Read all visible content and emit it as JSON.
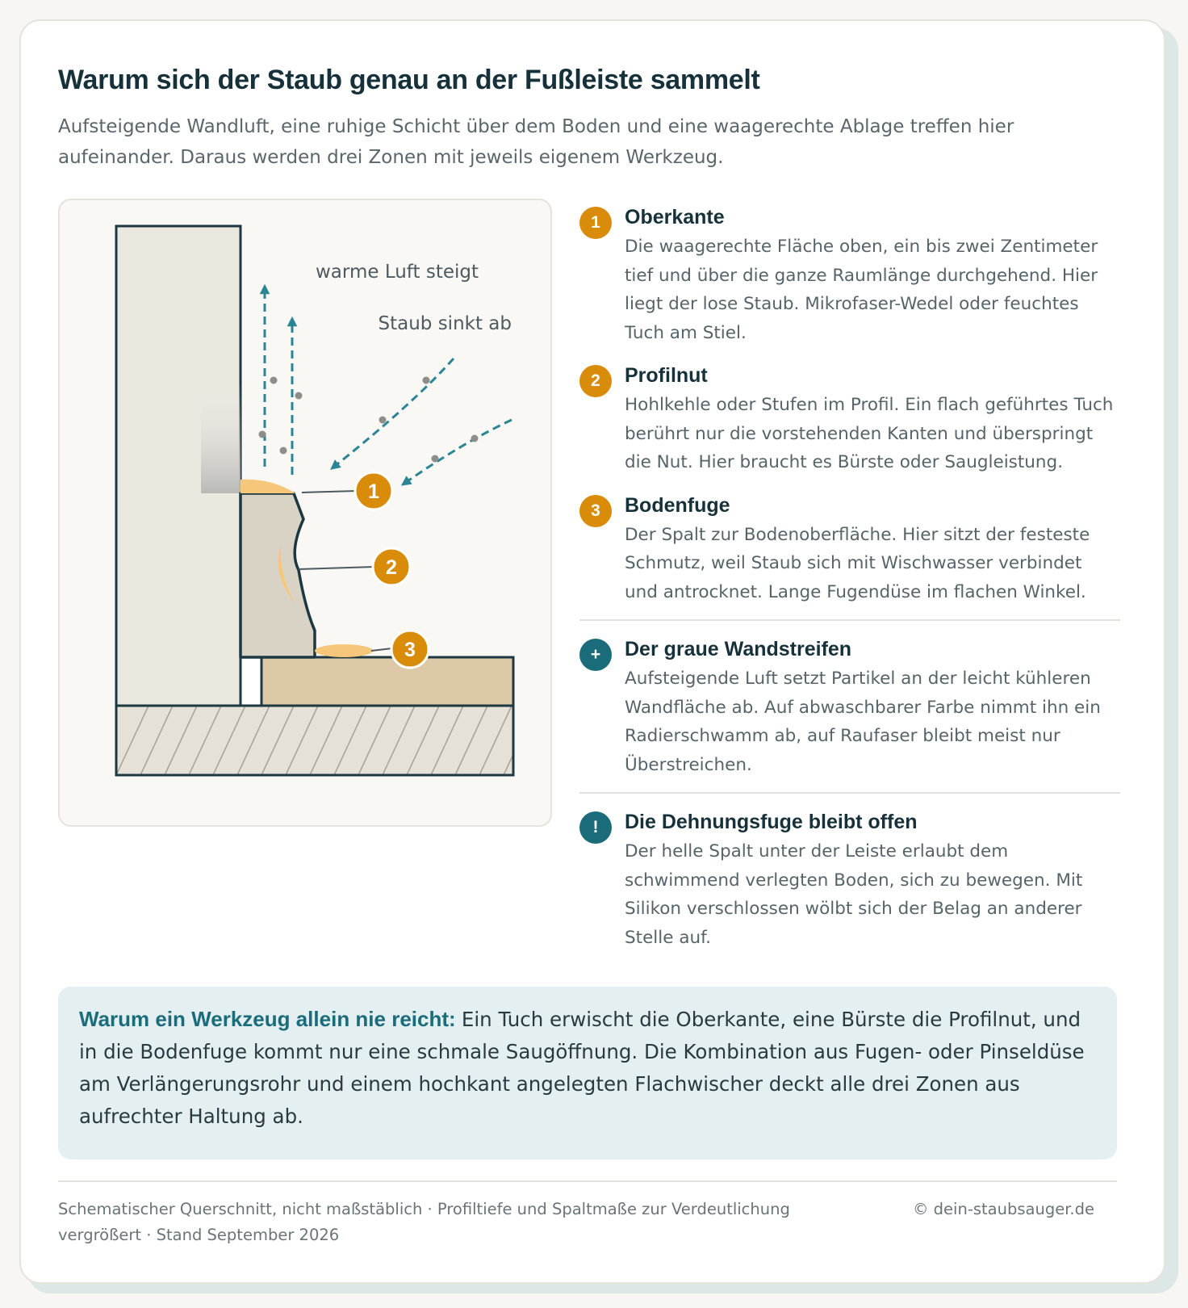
{
  "title": "Warum sich der Staub genau an der Fußleiste sammelt",
  "subtitle": "Aufsteigende Wandluft, eine ruhige Schicht über dem Boden und eine waagerechte Ablage treffen hier aufeinander. Daraus werden drei Zonen mit jeweils eigenem Werkzeug.",
  "diagram": {
    "label_air": "warme Luft steigt",
    "label_dust": "Staub sinkt ab",
    "markers": [
      "1",
      "2",
      "3"
    ],
    "colors": {
      "accent": "#d98b0a",
      "teal": "#2b8595",
      "outline": "#1d3840",
      "dust": "#f6c77a"
    }
  },
  "zones": [
    {
      "badge": "1",
      "title": "Oberkante",
      "text": "Die waagerechte Fläche oben, ein bis zwei Zentimeter tief und über die ganze Raumlänge durchgehend. Hier liegt der lose Staub. Mikrofaser-Wedel oder feuchtes Tuch am Stiel."
    },
    {
      "badge": "2",
      "title": "Profilnut",
      "text": "Hohlkehle oder Stufen im Profil. Ein flach geführtes Tuch berührt nur die vorstehenden Kanten und überspringt die Nut. Hier braucht es Bürste oder Saugleistung."
    },
    {
      "badge": "3",
      "title": "Bodenfuge",
      "text": "Der Spalt zur Bodenoberfläche. Hier sitzt der festeste Schmutz, weil Staub sich mit Wischwasser verbindet und antrocknet. Lange Fugendüse im flachen Winkel."
    }
  ],
  "extras": [
    {
      "badge": "+",
      "title": "Der graue Wandstreifen",
      "text": "Aufsteigende Luft setzt Partikel an der leicht kühleren Wandfläche ab. Auf abwaschbarer Farbe nimmt ihn ein Radierschwamm ab, auf Raufaser bleibt meist nur Überstreichen."
    },
    {
      "badge": "!",
      "title": "Die Dehnungsfuge bleibt offen",
      "text": "Der helle Spalt unter der Leiste erlaubt dem schwimmend verlegten Boden, sich zu bewegen. Mit Silikon verschlossen wölbt sich der Belag an anderer Stelle auf."
    }
  ],
  "callout": {
    "lead": "Warum ein Werkzeug allein nie reicht:",
    "text": "Ein Tuch erwischt die Oberkante, eine Bürste die Profilnut, und in die Bodenfuge kommt nur eine schmale Saugöffnung. Die Kombination aus Fugen- oder Pinseldüse am Verlängerungsrohr und einem hochkant angelegten Flachwischer deckt alle drei Zonen aus aufrechter Haltung ab."
  },
  "footer": {
    "note": "Schematischer Querschnitt, nicht maßstäblich · Profiltiefe und Spaltmaße zur Verdeutlichung vergrößert · Stand September 2026",
    "credit": "© dein-staubsauger.de"
  }
}
